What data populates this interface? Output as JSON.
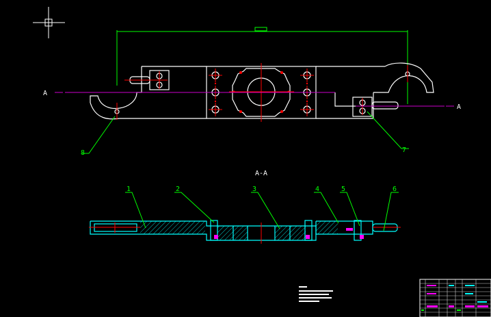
{
  "drawing": {
    "section_marker_left": "A",
    "section_marker_right": "A",
    "section_title": "A-A",
    "part_labels": [
      "1",
      "2",
      "3",
      "4",
      "5",
      "6",
      "7",
      "8"
    ]
  },
  "colors": {
    "background": "#000000",
    "outline": "#ffffff",
    "centerline": "#ff0000",
    "section_line": "#cc00cc",
    "dimension": "#00ff00",
    "hatch": "#00ffff",
    "hidden": "#ff00ff"
  }
}
